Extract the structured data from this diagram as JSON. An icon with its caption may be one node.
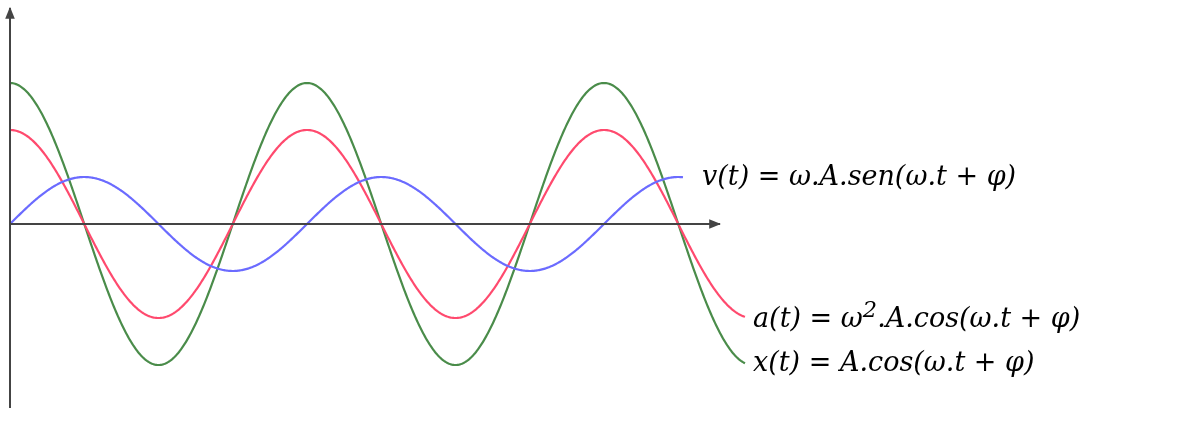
{
  "diagram": {
    "labels": [
      "v(t) = ω.A.sen(ω.t + φ)",
      "a(t) = ω$^{2}$.A.cos(ω.t + φ)",
      "x(t) = A.cos(ω.t + φ)"
    ]
  }
}
